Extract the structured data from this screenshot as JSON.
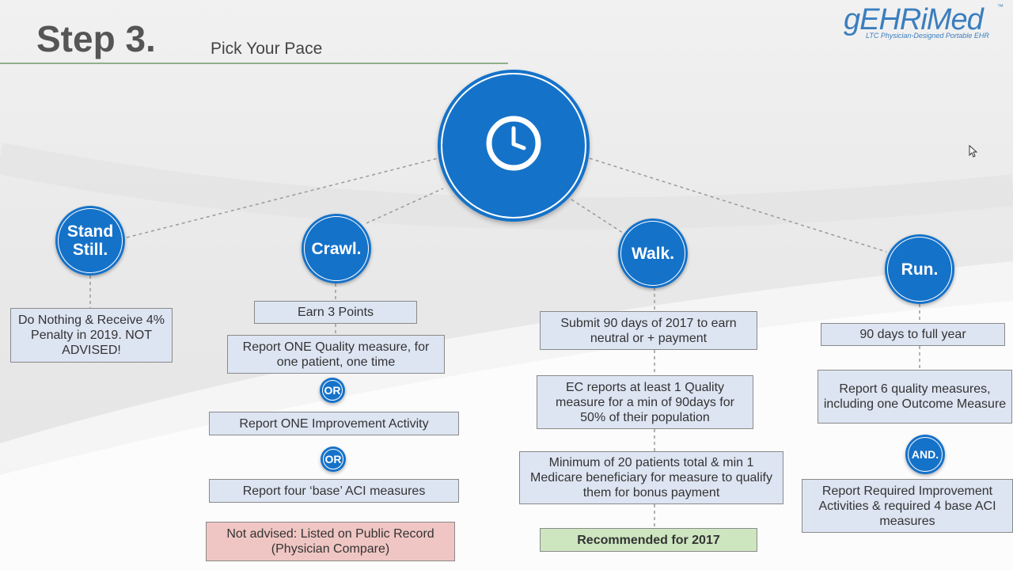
{
  "header": {
    "title": "Step 3.",
    "subtitle": "Pick Your Pace"
  },
  "logo": {
    "name": "gEHRiMed",
    "tm": "™",
    "tagline": "LTC Physician-Designed Portable EHR"
  },
  "center": {
    "icon": "clock-icon"
  },
  "paths": {
    "stand_still": {
      "label": "Stand Still.",
      "boxes": [
        "Do Nothing & Receive 4% Penalty in 2019. NOT ADVISED!"
      ]
    },
    "crawl": {
      "label": "Crawl.",
      "boxes": [
        "Earn 3 Points",
        "Report ONE Quality measure, for one patient, one time",
        "Report ONE Improvement Activity",
        "Report four ‘base’ ACI measures",
        "Not advised: Listed on Public Record (Physician Compare)"
      ],
      "connectors": [
        "OR",
        "OR"
      ]
    },
    "walk": {
      "label": "Walk.",
      "boxes": [
        "Submit 90 days of 2017 to earn neutral or + payment",
        "EC reports at least 1 Quality measure for a min of 90days for 50% of their population",
        "Minimum of 20 patients total & min 1 Medicare beneficiary for measure to qualify them for bonus payment",
        "Recommended for 2017"
      ]
    },
    "run": {
      "label": "Run.",
      "boxes": [
        "90 days to full year",
        "Report 6 quality measures, including one Outcome Measure",
        "Report Required Improvement Activities & required 4 base ACI measures"
      ],
      "connectors": [
        "AND."
      ]
    }
  },
  "colors": {
    "node_blue": "#1572c9",
    "box_blue": "#dde4f2",
    "box_red": "#efc6c3",
    "box_green": "#cde6c0",
    "underline": "#8fb08b"
  }
}
